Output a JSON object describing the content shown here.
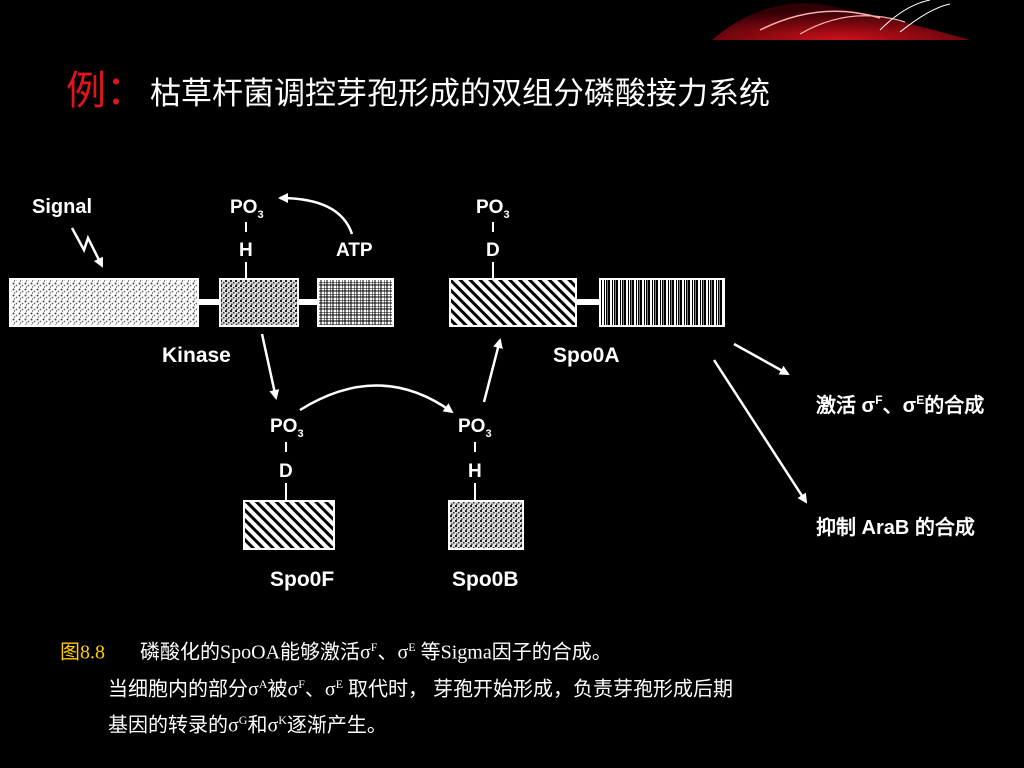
{
  "title": {
    "lead": "例：",
    "main": "枯草杆菌调控芽孢形成的双组分磷酸接力系统"
  },
  "diagram": {
    "signal": "Signal",
    "kinase": "Kinase",
    "atp": "ATP",
    "spo0a": "Spo0A",
    "spo0f": "Spo0F",
    "spo0b": "Spo0B",
    "po3": "PO",
    "po3_sub": "3",
    "h": "H",
    "d": "D",
    "outcome_activate_pre": "激活 σ",
    "outcome_activate_sup1": "F",
    "outcome_activate_mid": "、σ",
    "outcome_activate_sup2": "E",
    "outcome_activate_post": "的合成",
    "outcome_inhibit": "抑制 AraB 的合成"
  },
  "caption": {
    "fig_label": "图8.8",
    "line1_a": "磷酸化的SpoOA能够激活σ",
    "line1_sup_f": "F",
    "line1_b": "、σ",
    "line1_sup_e": "E",
    "line1_c": " 等Sigma因子的合成。",
    "line2_a": "当细胞内的部分σ",
    "line2_sup_a": "A",
    "line2_b": "被σ",
    "line2_sup_f": "F",
    "line2_c": "、σ",
    "line2_sup_e": "E",
    "line2_d": " 取代时， 芽孢开始形成，负责芽孢形成后期",
    "line3_a": "基因的转录的σ",
    "line3_sup_g": "G",
    "line3_b": "和σ",
    "line3_sup_k": "K",
    "line3_c": "逐渐产生。"
  }
}
